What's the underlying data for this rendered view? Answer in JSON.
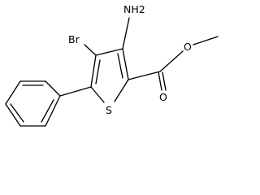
{
  "structure": {
    "atoms": {
      "amino": "NH2",
      "bromo": "Br",
      "ring_sulfur": "S",
      "carbonyl_oxygen": "O",
      "ester_oxygen": "O"
    }
  }
}
